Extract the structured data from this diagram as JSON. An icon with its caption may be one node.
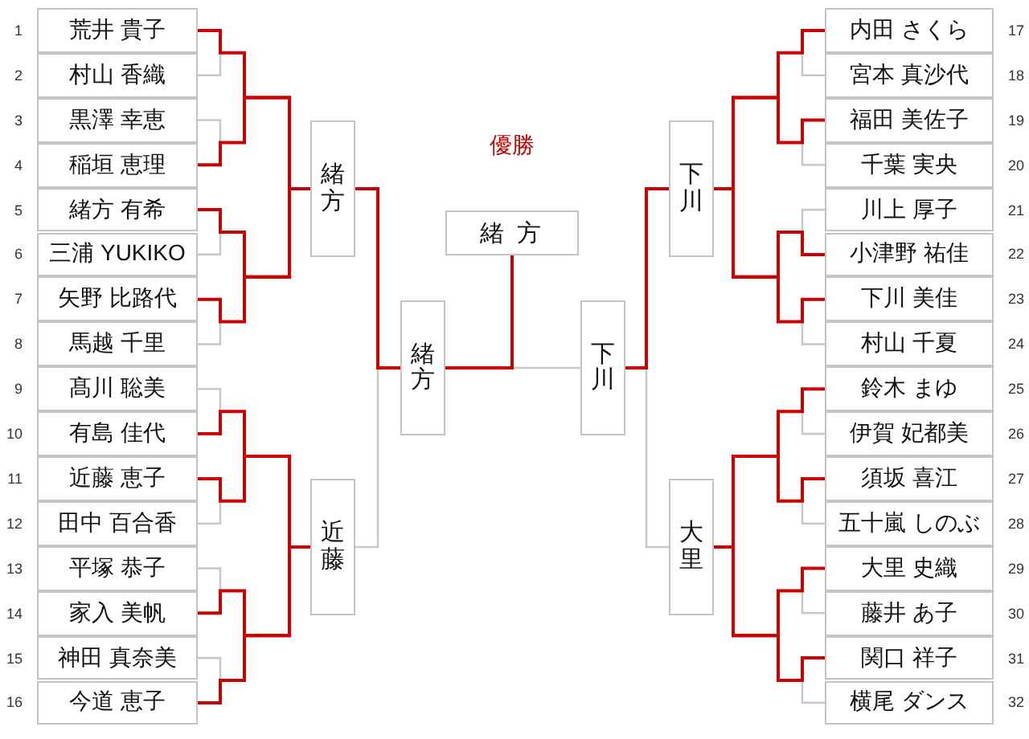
{
  "diagram": {
    "nodes": [
      {
        "text": [
          "荒井 貴子"
        ],
        "beside": [
          "1"
        ]
      },
      {
        "text": [
          "村山 香織"
        ],
        "beside": [
          "2"
        ]
      },
      {
        "text": [
          "黒澤 幸恵"
        ],
        "beside": [
          "3"
        ]
      },
      {
        "text": [
          "稲垣 恵理"
        ],
        "beside": [
          "4"
        ]
      },
      {
        "text": [
          "緒方 有希"
        ],
        "beside": [
          "5"
        ]
      },
      {
        "text": [
          "三浦 YUKIKO"
        ],
        "beside": [
          "6"
        ]
      },
      {
        "text": [
          "矢野 比路代"
        ],
        "beside": [
          "7"
        ]
      },
      {
        "text": [
          "馬越 千里"
        ],
        "beside": [
          "8"
        ]
      },
      {
        "text": [
          "髙川 聡美"
        ],
        "beside": [
          "9"
        ]
      },
      {
        "text": [
          "有島 佳代"
        ],
        "beside": [
          "10"
        ]
      },
      {
        "text": [
          "近藤 恵子"
        ],
        "beside": [
          "11"
        ]
      },
      {
        "text": [
          "田中 百合香"
        ],
        "beside": [
          "12"
        ]
      },
      {
        "text": [
          "平塚 恭子"
        ],
        "beside": [
          "13"
        ]
      },
      {
        "text": [
          "家入 美帆"
        ],
        "beside": [
          "14"
        ]
      },
      {
        "text": [
          "神田 真奈美"
        ],
        "beside": [
          "15"
        ]
      },
      {
        "text": [
          "今道 恵子"
        ],
        "beside": [
          "16"
        ]
      },
      {
        "text": [
          "内田 さくら"
        ],
        "beside": [
          "17"
        ]
      },
      {
        "text": [
          "宮本 真沙代"
        ],
        "beside": [
          "18"
        ]
      },
      {
        "text": [
          "福田 美佐子"
        ],
        "beside": [
          "19"
        ]
      },
      {
        "text": [
          "千葉 実央"
        ],
        "beside": [
          "20"
        ]
      },
      {
        "text": [
          "川上 厚子"
        ],
        "beside": [
          "21"
        ]
      },
      {
        "text": [
          "小津野 祐佳"
        ],
        "beside": [
          "22"
        ]
      },
      {
        "text": [
          "下川 美佳"
        ],
        "beside": [
          "23"
        ]
      },
      {
        "text": [
          "村山 千夏"
        ],
        "beside": [
          "24"
        ]
      },
      {
        "text": [
          "鈴木 まゆ"
        ],
        "beside": [
          "25"
        ]
      },
      {
        "text": [
          "伊賀 妃都美"
        ],
        "beside": [
          "26"
        ]
      },
      {
        "text": [
          "須坂 喜江"
        ],
        "beside": [
          "27"
        ]
      },
      {
        "text": [
          "五十嵐 しのぶ"
        ],
        "beside": [
          "28"
        ]
      },
      {
        "text": [
          "大里 史織"
        ],
        "beside": [
          "29"
        ]
      },
      {
        "text": [
          "藤井 あ子"
        ],
        "beside": [
          "30"
        ]
      },
      {
        "text": [
          "関口 祥子"
        ],
        "beside": [
          "31"
        ]
      },
      {
        "text": [
          "横尾 ダンス"
        ],
        "beside": [
          "32"
        ]
      },
      {
        "text": [
          "緒方"
        ]
      },
      {
        "text": [
          "近藤"
        ]
      },
      {
        "text": [
          "緒方"
        ]
      },
      {
        "text": [
          "優勝",
          "緒 方"
        ]
      },
      {
        "text": [
          "下川"
        ]
      },
      {
        "text": [
          "下川"
        ]
      },
      {
        "text": [
          "大里"
        ]
      }
    ],
    "edges": [
      {
        "from": 0,
        "to": 32,
        "arrow": "none",
        "color": "#cc0000"
      },
      {
        "from": 1,
        "to": 32,
        "arrow": "none",
        "color": "#c8c8c8"
      },
      {
        "from": 2,
        "to": 32,
        "arrow": "none",
        "color": "#c8c8c8"
      },
      {
        "from": 3,
        "to": 32,
        "arrow": "none",
        "color": "#cc0000"
      },
      {
        "from": 4,
        "to": 32,
        "arrow": "none",
        "color": "#cc0000"
      },
      {
        "from": 5,
        "to": 32,
        "arrow": "none",
        "color": "#c8c8c8"
      },
      {
        "from": 6,
        "to": 32,
        "arrow": "none",
        "color": "#cc0000"
      },
      {
        "from": 7,
        "to": 32,
        "arrow": "none",
        "color": "#c8c8c8"
      },
      {
        "from": 8,
        "to": 33,
        "arrow": "none",
        "color": "#c8c8c8"
      },
      {
        "from": 9,
        "to": 33,
        "arrow": "none",
        "color": "#cc0000"
      },
      {
        "from": 10,
        "to": 33,
        "arrow": "none",
        "color": "#cc0000"
      },
      {
        "from": 11,
        "to": 33,
        "arrow": "none",
        "color": "#c8c8c8"
      },
      {
        "from": 12,
        "to": 33,
        "arrow": "none",
        "color": "#c8c8c8"
      },
      {
        "from": 13,
        "to": 33,
        "arrow": "none",
        "color": "#cc0000"
      },
      {
        "from": 14,
        "to": 33,
        "arrow": "none",
        "color": "#c8c8c8"
      },
      {
        "from": 15,
        "to": 33,
        "arrow": "none",
        "color": "#cc0000"
      },
      {
        "from": 16,
        "to": 37,
        "arrow": "none",
        "color": "#cc0000"
      },
      {
        "from": 17,
        "to": 37,
        "arrow": "none",
        "color": "#c8c8c8"
      },
      {
        "from": 18,
        "to": 37,
        "arrow": "none",
        "color": "#cc0000"
      },
      {
        "from": 19,
        "to": 37,
        "arrow": "none",
        "color": "#c8c8c8"
      },
      {
        "from": 20,
        "to": 37,
        "arrow": "none",
        "color": "#c8c8c8"
      },
      {
        "from": 21,
        "to": 37,
        "arrow": "none",
        "color": "#cc0000"
      },
      {
        "from": 22,
        "to": 37,
        "arrow": "none",
        "color": "#cc0000"
      },
      {
        "from": 23,
        "to": 37,
        "arrow": "none",
        "color": "#c8c8c8"
      },
      {
        "from": 24,
        "to": 38,
        "arrow": "none",
        "color": "#cc0000"
      },
      {
        "from": 25,
        "to": 38,
        "arrow": "none",
        "color": "#c8c8c8"
      },
      {
        "from": 26,
        "to": 38,
        "arrow": "none",
        "color": "#cc0000"
      },
      {
        "from": 27,
        "to": 38,
        "arrow": "none",
        "color": "#c8c8c8"
      },
      {
        "from": 28,
        "to": 38,
        "arrow": "none",
        "color": "#cc0000"
      },
      {
        "from": 29,
        "to": 38,
        "arrow": "none",
        "color": "#c8c8c8"
      },
      {
        "from": 30,
        "to": 38,
        "arrow": "none",
        "color": "#cc0000"
      },
      {
        "from": 31,
        "to": 38,
        "arrow": "none",
        "color": "#c8c8c8"
      },
      {
        "from": 32,
        "to": 34,
        "arrow": "none",
        "color": "#cc0000"
      },
      {
        "from": 33,
        "to": 34,
        "arrow": "none",
        "color": "#c8c8c8"
      },
      {
        "from": 37,
        "to": 36,
        "arrow": "none",
        "color": "#cc0000"
      },
      {
        "from": 38,
        "to": 36,
        "arrow": "none",
        "color": "#c8c8c8"
      },
      {
        "from": 34,
        "to": 35,
        "arrow": "none",
        "color": "#cc0000"
      },
      {
        "from": 36,
        "to": 35,
        "arrow": "none",
        "color": "#c8c8c8"
      }
    ]
  }
}
